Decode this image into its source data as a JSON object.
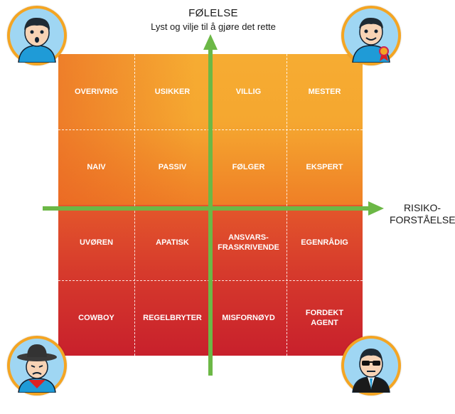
{
  "diagram": {
    "y_axis": {
      "title": "FØLELSE",
      "subtitle": "Lyst og vilje til å gjøre det rette"
    },
    "x_axis": {
      "title_line1": "RISIKO-",
      "title_line2": "FORSTÅELSE"
    },
    "grid": {
      "rows": [
        [
          "OVERIVRIG",
          "USIKKER",
          "VILLIG",
          "MESTER"
        ],
        [
          "NAIV",
          "PASSIV",
          "FØLGER",
          "EKSPERT"
        ],
        [
          "UVØREN",
          "APATISK",
          "ANSVARS-\nFRASKRIVENDE",
          "EGENRÅDIG"
        ],
        [
          "COWBOY",
          "REGELBRYTER",
          "MISFORNØYD",
          "FORDEKT\nAGENT"
        ]
      ]
    },
    "colors": {
      "top_orange": "#f6ac32",
      "mid_orange": "#ef7f26",
      "bottom_red": "#c8202c",
      "axis_green": "#6cb846",
      "avatar_ring": "#f4a523",
      "avatar_bg": "#9fd6f3"
    },
    "avatars": {
      "top_left": "worried-person-icon",
      "top_right": "person-with-medal-icon",
      "bottom_left": "cowboy-with-bandana-icon",
      "bottom_right": "agent-with-sunglasses-icon"
    }
  }
}
